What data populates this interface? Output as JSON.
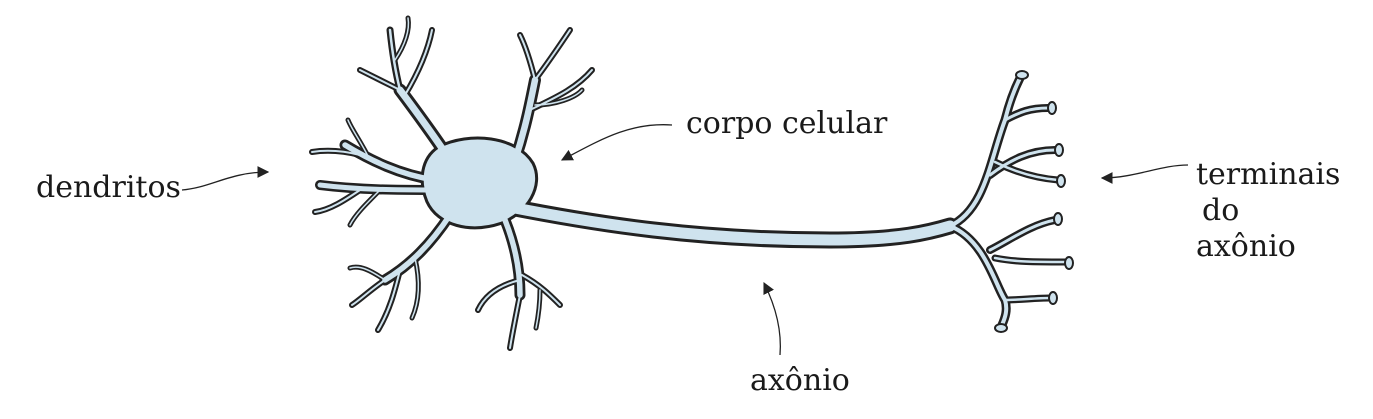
{
  "labels": {
    "dendrites": "dendritos",
    "cell_body": "corpo celular",
    "axon": "axônio",
    "axon_terminals_line1": "terminais",
    "axon_terminals_line2": "do",
    "axon_terminals_line3": "axônio"
  },
  "colors": {
    "cell_fill": "#cfe3ee",
    "cell_outline": "#222222",
    "text": "#1a1a1a"
  }
}
